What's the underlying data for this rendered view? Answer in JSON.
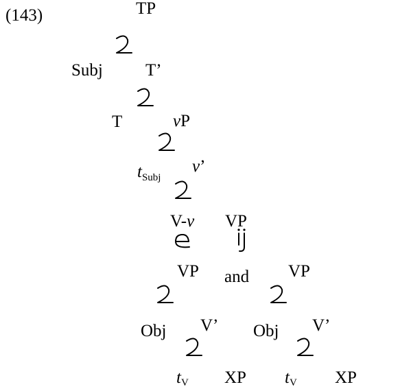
{
  "example_number": "(143)",
  "nodes": {
    "tp": "TP",
    "subj": "Subj",
    "t_bar": "T’",
    "t": "T",
    "vp_little_v": "v",
    "vp_little_p": "P",
    "t_subj_t": "t",
    "t_subj_sub": "Subj",
    "v_bar_v": "v",
    "v_bar_prime": "’",
    "v_v_prefix": "V-",
    "v_v_italic": "v",
    "vp_top": "VP",
    "vp_left": "VP",
    "conj": "and",
    "vp_right": "VP",
    "obj_left": "Obj",
    "vbar_left": "V’",
    "obj_right": "Obj",
    "vbar_right": "V’",
    "tv_left_t": "t",
    "tv_left_sub": "V",
    "xp_left": "XP",
    "tv_right_t": "t",
    "tv_right_sub": "V",
    "xp_right": "XP"
  }
}
